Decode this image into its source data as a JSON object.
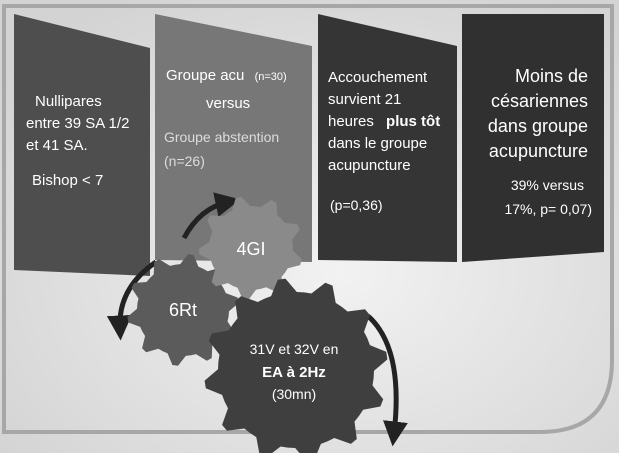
{
  "panels": [
    {
      "lines": [
        "Nullipares",
        "entre 39 SA 1/2",
        "et 41 SA.",
        "Bishop < 7"
      ]
    },
    {
      "lines": [
        "Groupe acu",
        "(n=30)",
        "versus",
        "Groupe abstention",
        "(n=26)"
      ]
    },
    {
      "lines": [
        "Accouchement",
        "survient 21",
        "heures",
        "plus tôt",
        "dans le groupe",
        "acupuncture",
        "(p=0,36)"
      ]
    },
    {
      "lines": [
        "Moins de",
        "césariennes",
        "dans groupe",
        "acupuncture",
        "39% versus",
        "17%, p= 0,07)"
      ]
    }
  ],
  "gears": {
    "small": {
      "label": "4GI"
    },
    "medium": {
      "label": "6Rt"
    },
    "large": {
      "line1": "31V et 32V en",
      "line2": "EA à 2Hz",
      "line3": "(30mn)"
    }
  },
  "colors": {
    "background": "#e6e6e6",
    "frame": "#a7a7a7",
    "panel1": "#4e4e4e",
    "panel2": "#777777",
    "panel3": "#353535",
    "panel4": "#303030",
    "gear_light": "#8a8a8a",
    "gear_mid": "#5b5b5b",
    "gear_dark": "#3f3f3f"
  }
}
